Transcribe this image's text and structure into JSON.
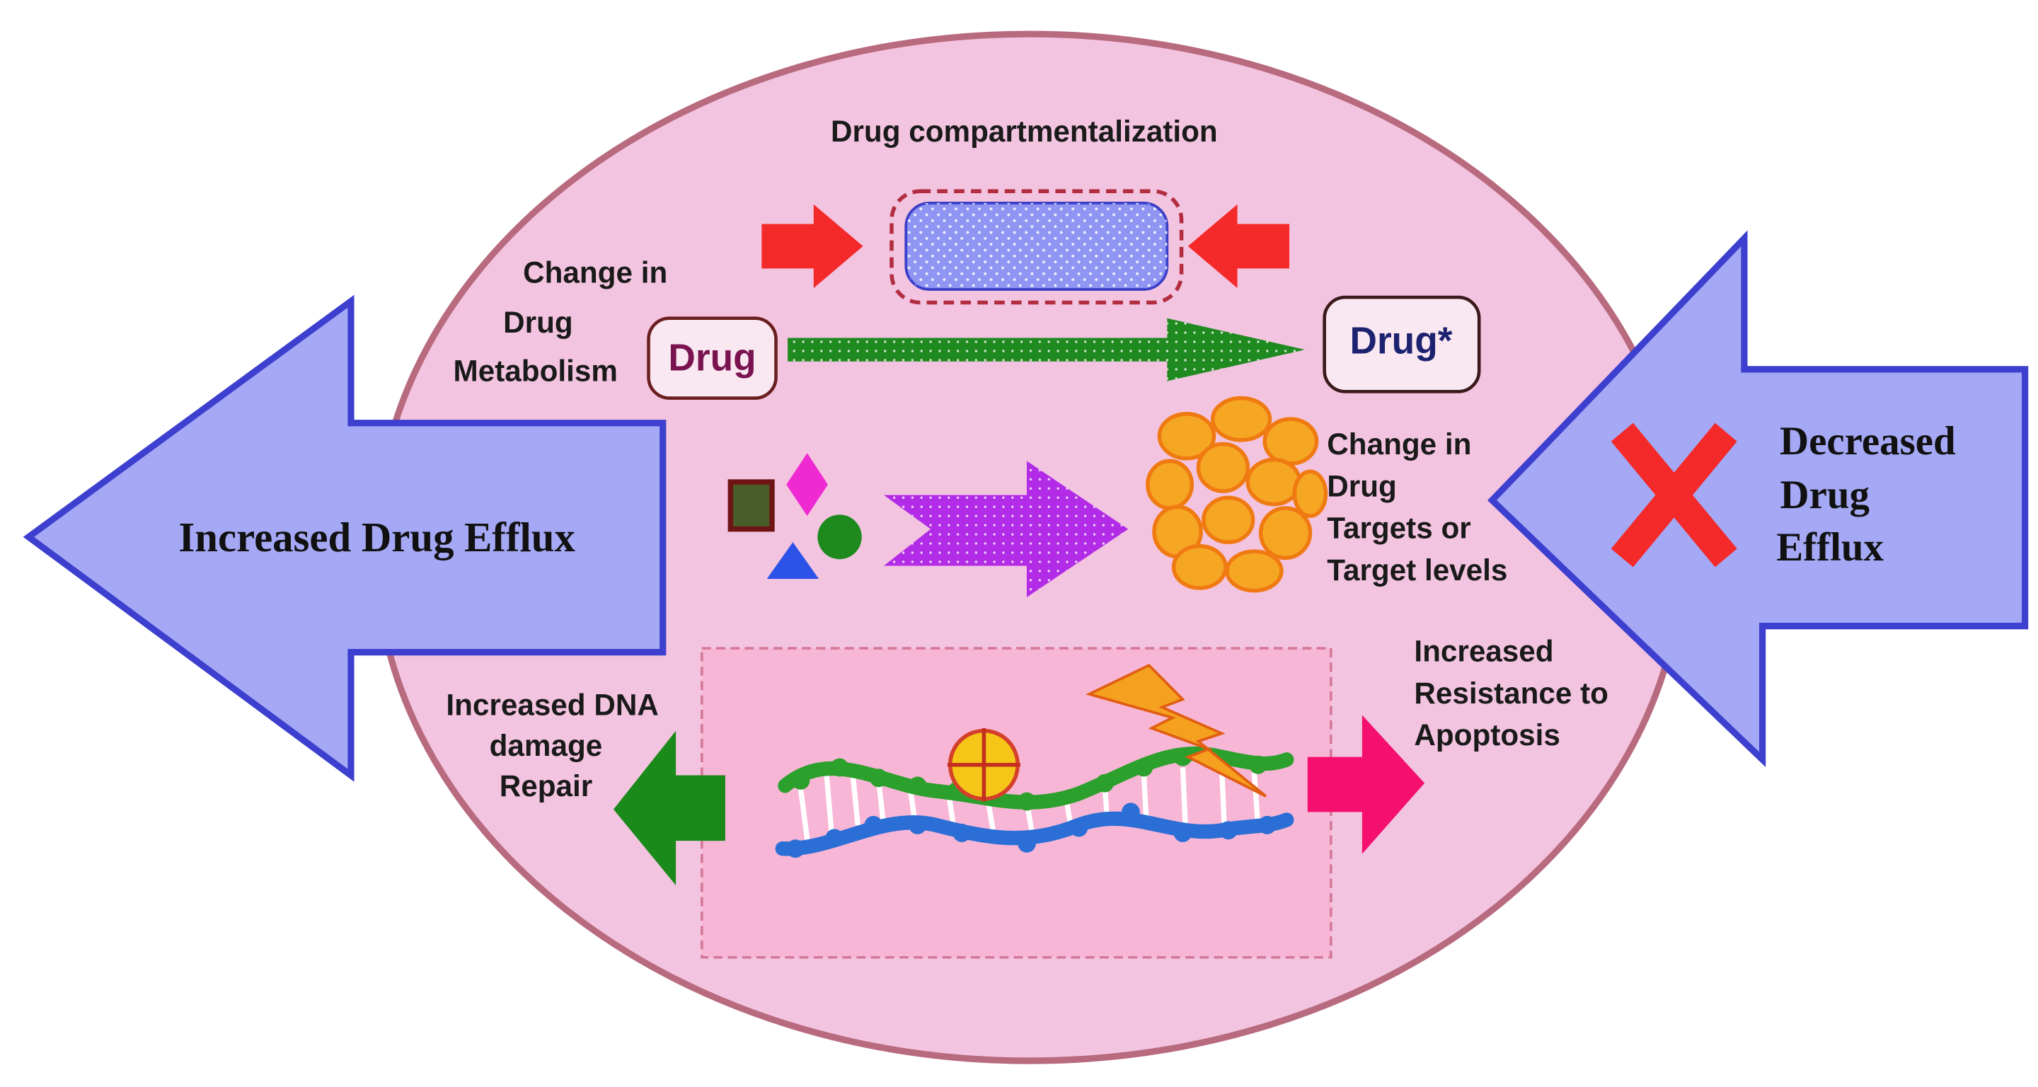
{
  "labels": {
    "compartment": "Drug compartmentalization",
    "metabolism": [
      "Change in",
      "Drug",
      "Metabolism"
    ],
    "drug": "Drug",
    "drug_star": "Drug*",
    "targets": [
      "Change in",
      "Drug",
      "Targets or",
      "Target levels"
    ],
    "efflux_increased": "Increased Drug Efflux",
    "efflux_decreased": [
      "Decreased",
      "Drug",
      "Efflux"
    ],
    "dna_repair": [
      "Increased DNA",
      "damage",
      "Repair"
    ],
    "apoptosis": [
      "Increased",
      "Resistance to",
      "Apoptosis"
    ]
  },
  "icons": {
    "cross": "red-x-icon",
    "lightning": "lightning-bolt-icon",
    "dna": "dna-helix-icon",
    "cell_cluster": "cell-cluster-icon"
  },
  "colors": {
    "ellipse_fill": "#f3c4e0",
    "ellipse_stroke": "#b86a7e",
    "big_arrow_fill": "#a5a8f5",
    "big_arrow_stroke": "#3d3fcf",
    "red_arrow": "#f42a2a",
    "green_arrow": "#1f8a1f",
    "purple_arrow": "#b22be6",
    "pink_arrow": "#f50f6e",
    "dna_box": "#f8b6d6",
    "cross": "#f42a2a",
    "cells": "#f5a623",
    "compartment_fill": "#8e95f3"
  }
}
